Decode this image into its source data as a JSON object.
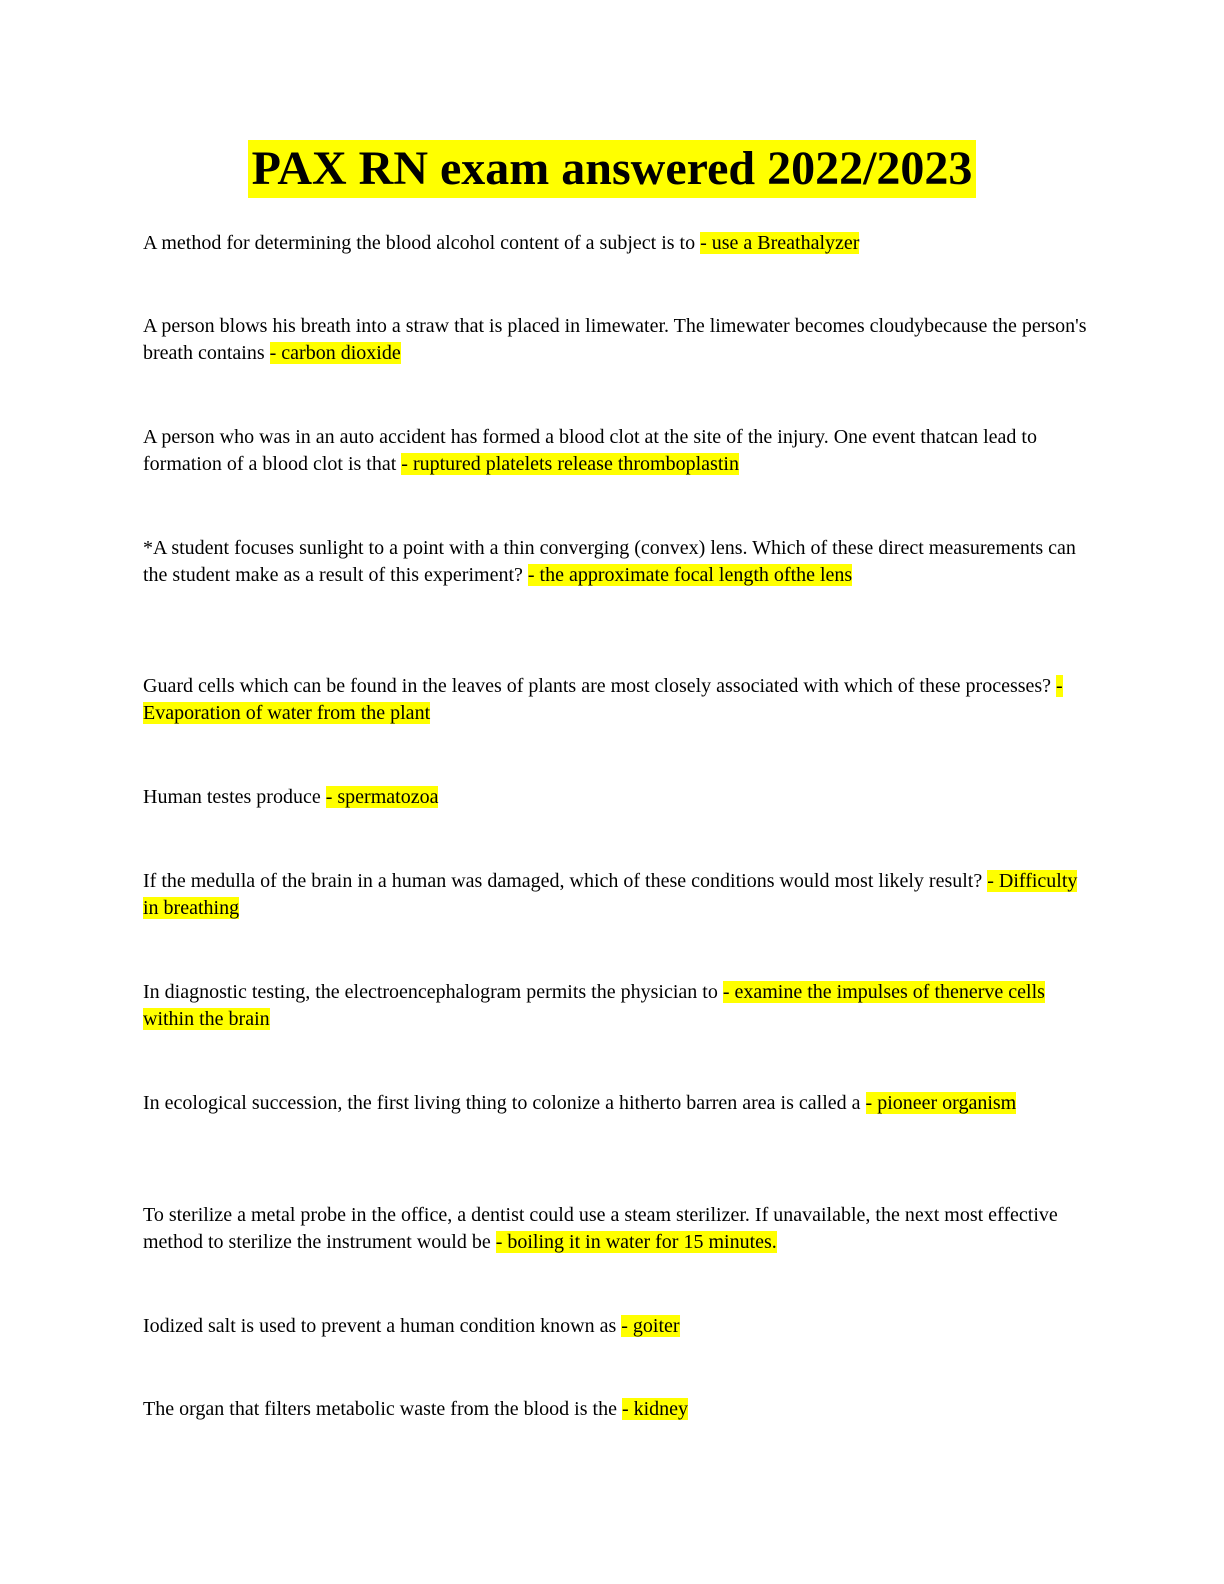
{
  "document": {
    "title": "PAX RN exam answered 2022/2023",
    "highlight_color": "#ffff00",
    "items": [
      {
        "question": "A method for determining the blood alcohol content of a subject is to ",
        "answer": "- use a Breathalyzer"
      },
      {
        "question": "A person blows his breath into a straw that is placed in limewater. The limewater becomes cloudybecause the person's breath contains ",
        "answer": "- carbon dioxide"
      },
      {
        "question": "A person who was in an auto accident has formed a blood clot at the site of the injury. One event thatcan lead to formation of a blood clot is that ",
        "answer": "- ruptured platelets release thromboplastin"
      },
      {
        "question": "*A student focuses sunlight to a point with a thin converging (convex) lens. Which of these direct measurements can the student make as a result of this experiment? ",
        "answer": "- the approximate focal length ofthe lens"
      },
      {
        "question": "Guard cells which can be found in the leaves of plants are most closely associated with which of these processes? ",
        "answer": "- Evaporation of water from the plant"
      },
      {
        "question": "Human testes produce ",
        "answer": "- spermatozoa"
      },
      {
        "question": "If the medulla of the brain in a human was damaged, which of these conditions would most likely result? ",
        "answer": "- Difficulty in breathing"
      },
      {
        "question": "In diagnostic testing, the electroencephalogram permits the physician to ",
        "answer": "- examine the impulses of thenerve cells within the brain"
      },
      {
        "question": "In ecological succession, the first living thing to colonize a hitherto barren area is called a ",
        "answer": "- pioneer organism"
      },
      {
        "question": "To sterilize a metal probe in the office, a dentist could use a steam sterilizer. If unavailable, the next most effective method to sterilize the instrument would be ",
        "answer": "- boiling it in water for 15 minutes."
      },
      {
        "question": "Iodized salt is used to prevent a human condition known as ",
        "answer": "- goiter"
      },
      {
        "question": "The organ that filters metabolic waste from the blood is the ",
        "answer": "- kidney"
      }
    ]
  }
}
